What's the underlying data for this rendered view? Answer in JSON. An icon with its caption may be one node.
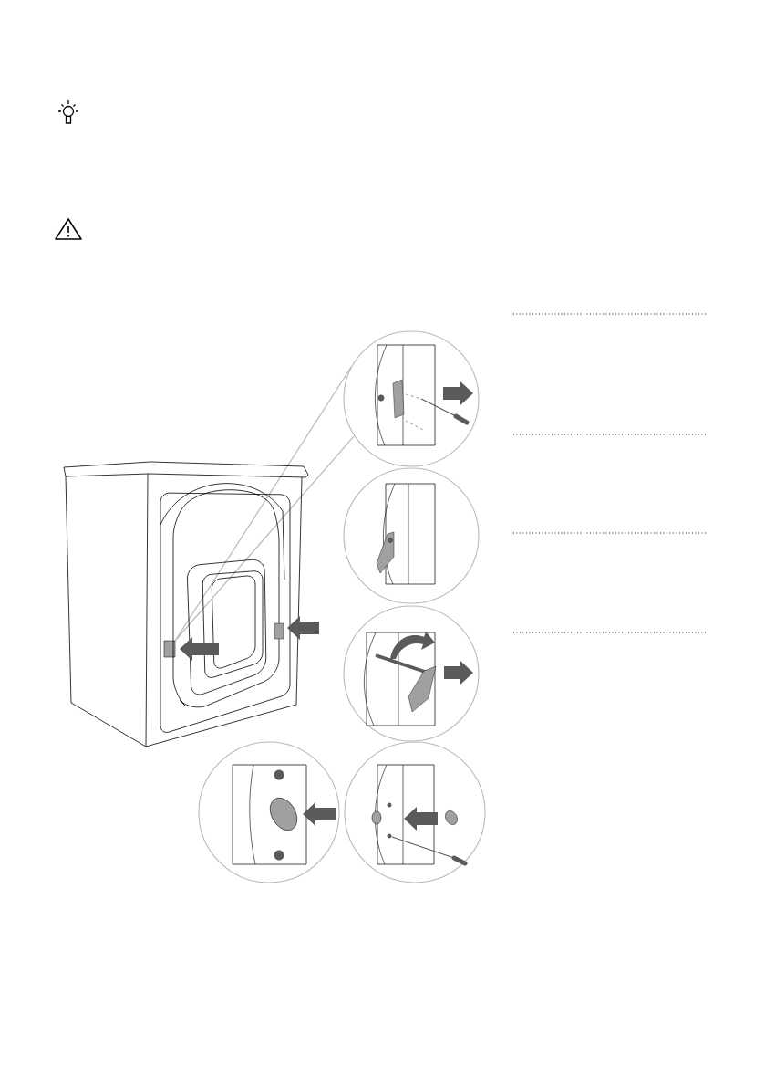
{
  "diagram": {
    "nodes": [
      {
        "text": [],
        "shape": "box"
      },
      {
        "text": [],
        "shape": "circle"
      },
      {
        "text": [],
        "shape": "circle"
      },
      {
        "text": [],
        "shape": "circle"
      },
      {
        "text": [],
        "shape": "circle"
      },
      {
        "text": [],
        "shape": "circle"
      }
    ],
    "edges": [
      {
        "from": 1,
        "to": 0,
        "arrow": "none"
      }
    ]
  }
}
